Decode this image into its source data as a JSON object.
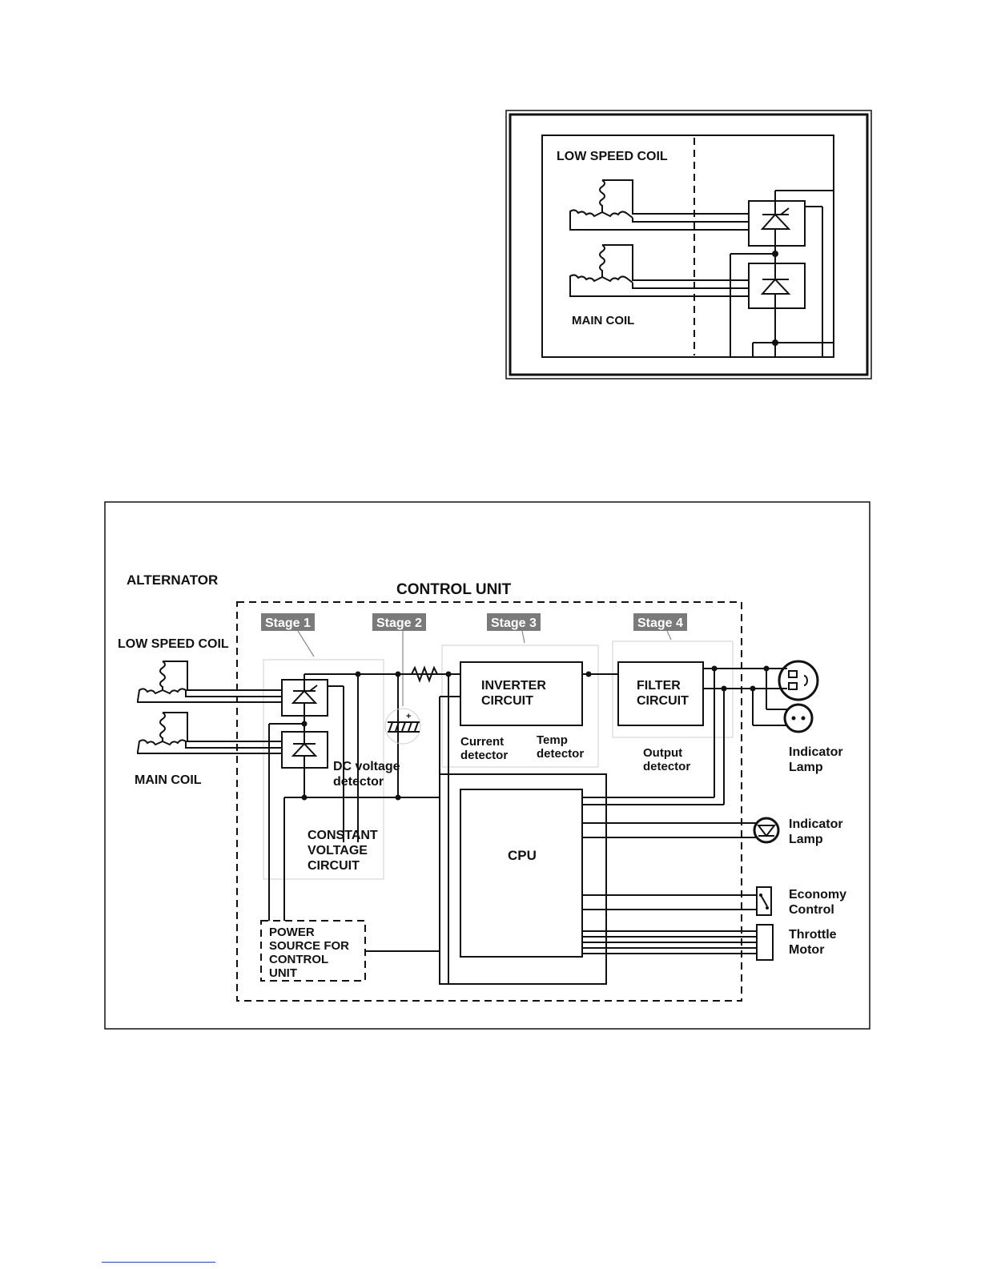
{
  "inset": {
    "low_speed_coil": "LOW SPEED COIL",
    "main_coil": "MAIN COIL"
  },
  "block": {
    "alternator": "ALTERNATOR",
    "control_unit": "CONTROL UNIT",
    "stages": [
      "Stage 1",
      "Stage 2",
      "Stage 3",
      "Stage 4"
    ],
    "low_speed_coil": "LOW SPEED COIL",
    "main_coil": "MAIN COIL",
    "dc_voltage_detector": [
      "DC voltage",
      "detector"
    ],
    "constant_voltage_circuit": [
      "CONSTANT",
      "VOLTAGE",
      "CIRCUIT"
    ],
    "inverter_circuit": [
      "INVERTER",
      "CIRCUIT"
    ],
    "current_detector": [
      "Current",
      "detector"
    ],
    "temp_detector": [
      "Temp",
      "detector"
    ],
    "filter_circuit": [
      "FILTER",
      "CIRCUIT"
    ],
    "output_detector": [
      "Output",
      "detector"
    ],
    "cpu": "CPU",
    "power_source": [
      "POWER",
      "SOURCE FOR",
      "CONTROL",
      "UNIT"
    ],
    "indicator_lamp_1": [
      "Indicator",
      "Lamp"
    ],
    "indicator_lamp_2": [
      "Indicator",
      "Lamp"
    ],
    "economy_control": [
      "Economy",
      "Control"
    ],
    "throttle_motor": [
      "Throttle",
      "Motor"
    ]
  }
}
